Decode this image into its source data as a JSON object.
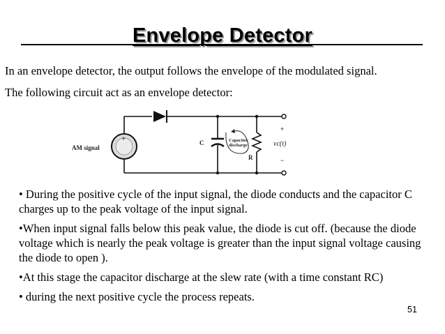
{
  "slide": {
    "title": "Envelope Detector",
    "intro_lines": [
      "In an envelope detector, the output follows the envelope of the modulated signal.",
      "The following circuit act as an envelope detector:"
    ],
    "circuit": {
      "source_label": "AM signal",
      "capacitor_label": "C",
      "discharge_label_1": "Capacitor",
      "discharge_label_2": "discharge",
      "resistor_label": "R",
      "plus": "+",
      "minus": "−",
      "output_label": "vc(t)",
      "source_plus": "+"
    },
    "bullets": [
      "• During the positive cycle of the input signal, the diode conducts and the capacitor C charges up to the peak voltage of the input signal.",
      "•When input signal falls below this peak value, the diode is cut off. (because the diode voltage which is nearly the peak voltage is greater than the input signal voltage causing the diode to open ).",
      "•At this stage the capacitor discharge at the slew rate (with a time constant RC)",
      "• during the next positive cycle the process repeats."
    ],
    "page_number": "51"
  }
}
